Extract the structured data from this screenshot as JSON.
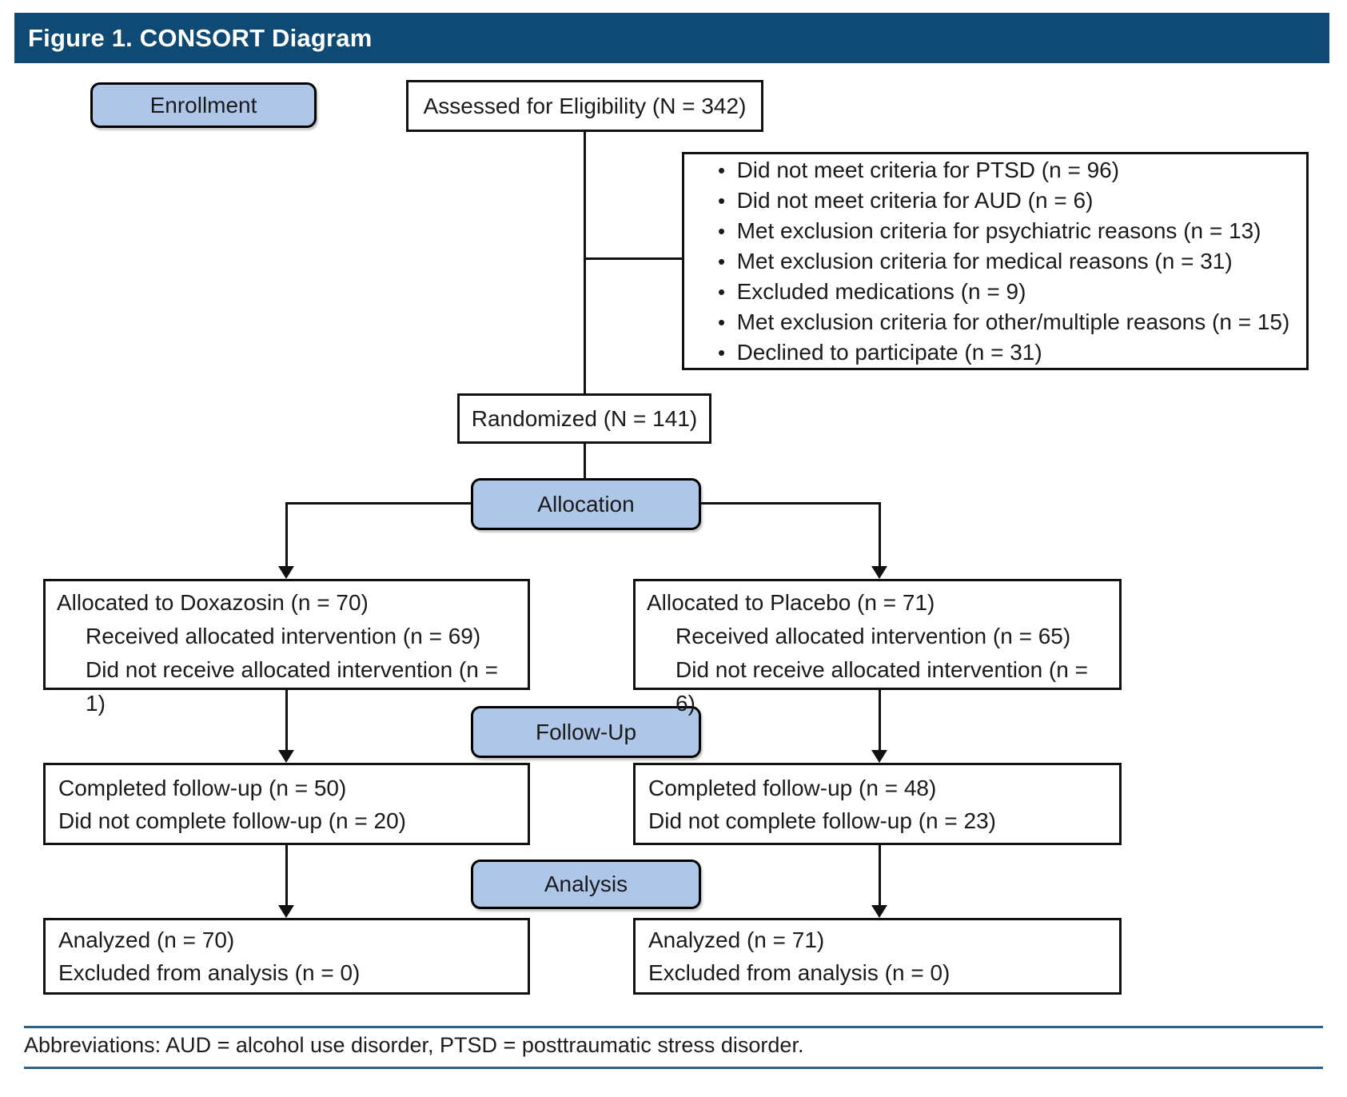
{
  "figure": {
    "title": "Figure 1. CONSORT Diagram",
    "footer": "Abbreviations: AUD = alcohol use disorder, PTSD = posttraumatic stress disorder."
  },
  "stage_labels": {
    "enrollment": "Enrollment",
    "allocation": "Allocation",
    "follow_up": "Follow-Up",
    "analysis": "Analysis"
  },
  "flow": {
    "assessed": "Assessed for Eligibility (N = 342)",
    "excluded_items": [
      "Did not meet criteria for PTSD (n = 96)",
      "Did not meet criteria for AUD (n = 6)",
      "Met exclusion criteria for psychiatric reasons (n = 13)",
      "Met exclusion criteria for medical reasons (n = 31)",
      "Excluded medications (n = 9)",
      "Met exclusion criteria for other/multiple reasons (n = 15)",
      "Declined to participate (n = 31)"
    ],
    "randomized": "Randomized (N = 141)",
    "doxazosin": {
      "allocated": "Allocated to Doxazosin (n = 70)",
      "received": "Received allocated intervention (n = 69)",
      "not_received": "Did not receive allocated intervention (n = 1)",
      "completed_followup": "Completed follow-up (n = 50)",
      "not_completed_followup": "Did not complete follow-up (n = 20)",
      "analyzed": "Analyzed (n = 70)",
      "excluded_analysis": "Excluded from analysis (n = 0)"
    },
    "placebo": {
      "allocated": "Allocated to Placebo (n = 71)",
      "received": "Received allocated intervention (n = 65)",
      "not_received": "Did not receive allocated intervention (n = 6)",
      "completed_followup": "Completed follow-up (n = 48)",
      "not_completed_followup": "Did not complete follow-up (n = 23)",
      "analyzed": "Analyzed (n = 71)",
      "excluded_analysis": "Excluded from analysis (n = 0)"
    }
  },
  "colors": {
    "header_bg": "#0e4a73",
    "stage_fill": "#aec7e8",
    "rule_blue": "#2c618f"
  }
}
